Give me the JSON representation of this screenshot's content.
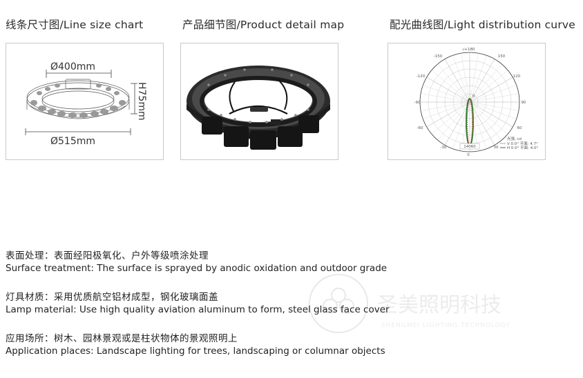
{
  "panels": [
    {
      "title": "线条尺寸图/Line size chart"
    },
    {
      "title": "产品细节图/Product detail map"
    },
    {
      "title": "配光曲线图/Light distribution curve"
    }
  ],
  "line_size": {
    "diameter_top": "Ø400mm",
    "height": "H75mm",
    "diameter_bottom": "Ø515mm"
  },
  "light_curve": {
    "angles": {
      "a0": "0",
      "a30l": "-30",
      "a60l": "-60",
      "a90l": "-90",
      "a120l": "-120",
      "a150l": "-150",
      "a180": "-/+180",
      "a150r": "150",
      "a120r": "120",
      "a90r": "90",
      "a60r": "60",
      "a30r": "30",
      "a0b": "0"
    },
    "center_value": "14060",
    "legend_unit": "光强, cd",
    "legend_v": "V 0.0°  平面: 4.7°",
    "legend_h": "H 0.0°  平面: 4.0°",
    "colors": {
      "v_curve": "#d01010",
      "h_curve": "#2a7a2a"
    }
  },
  "info": [
    {
      "cn": "表面处理：表面经阳极氧化、户外等级喷涂处理",
      "en": "Surface treatment: The surface is sprayed by anodic oxidation and outdoor grade"
    },
    {
      "cn": "灯具材质：采用优质航空铝材成型，钢化玻璃面盖",
      "en": "Lamp material: Use high quality aviation aluminum to form, steel glass face cover"
    },
    {
      "cn": "应用场所：树木、园林景观或是柱状物体的景观照明上",
      "en": "Application places: Landscape lighting for trees, landscaping or columnar objects"
    }
  ],
  "watermark": {
    "cn": "圣美照明科技",
    "en": "SHENGMEI LIGHTING TECHNOLOGY"
  }
}
